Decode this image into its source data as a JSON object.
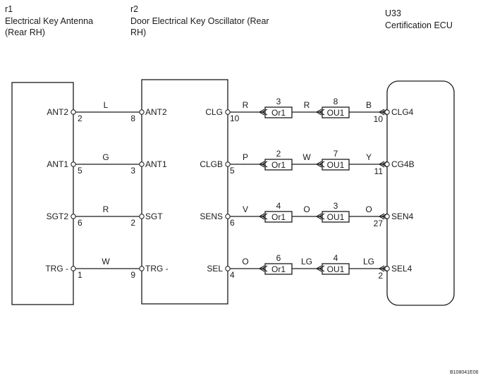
{
  "headers": {
    "r1": {
      "code": "r1",
      "line1": "Electrical Key Antenna",
      "line2": "(Rear RH)"
    },
    "r2": {
      "code": "r2",
      "line1": "Door Electrical Key Oscillator (Rear",
      "line2": "RH)"
    },
    "u33": {
      "code": "U33",
      "line1": "Certification ECU"
    }
  },
  "left_rows": [
    {
      "r1_name": "ANT2",
      "r1_pin": "2",
      "color": "L",
      "r2_pin": "8",
      "r2_name": "ANT2"
    },
    {
      "r1_name": "ANT1",
      "r1_pin": "5",
      "color": "G",
      "r2_pin": "3",
      "r2_name": "ANT1"
    },
    {
      "r1_name": "SGT2",
      "r1_pin": "6",
      "color": "R",
      "r2_pin": "2",
      "r2_name": "SGT"
    },
    {
      "r1_name": "TRG -",
      "r1_pin": "1",
      "color": "W",
      "r2_pin": "9",
      "r2_name": "TRG -"
    }
  ],
  "right_rows": [
    {
      "r2_name": "CLG",
      "r2_pin": "10",
      "color1": "R",
      "or1_pin": "3",
      "or1_label": "Or1",
      "color2": "R",
      "ou1_pin": "8",
      "ou1_label": "OU1",
      "color3": "B",
      "ecu_pin": "10",
      "ecu_name": "CLG4"
    },
    {
      "r2_name": "CLGB",
      "r2_pin": "5",
      "color1": "P",
      "or1_pin": "2",
      "or1_label": "Or1",
      "color2": "W",
      "ou1_pin": "7",
      "ou1_label": "OU1",
      "color3": "Y",
      "ecu_pin": "11",
      "ecu_name": "CG4B"
    },
    {
      "r2_name": "SENS",
      "r2_pin": "6",
      "color1": "V",
      "or1_pin": "4",
      "or1_label": "Or1",
      "color2": "O",
      "ou1_pin": "3",
      "ou1_label": "OU1",
      "color3": "O",
      "ecu_pin": "27",
      "ecu_name": "SEN4"
    },
    {
      "r2_name": "SEL",
      "r2_pin": "4",
      "color1": "O",
      "or1_pin": "6",
      "or1_label": "Or1",
      "color2": "LG",
      "ou1_pin": "4",
      "ou1_label": "OU1",
      "color3": "LG",
      "ecu_pin": "2",
      "ecu_name": "SEL4"
    }
  ],
  "figure_id": "B108041E06"
}
